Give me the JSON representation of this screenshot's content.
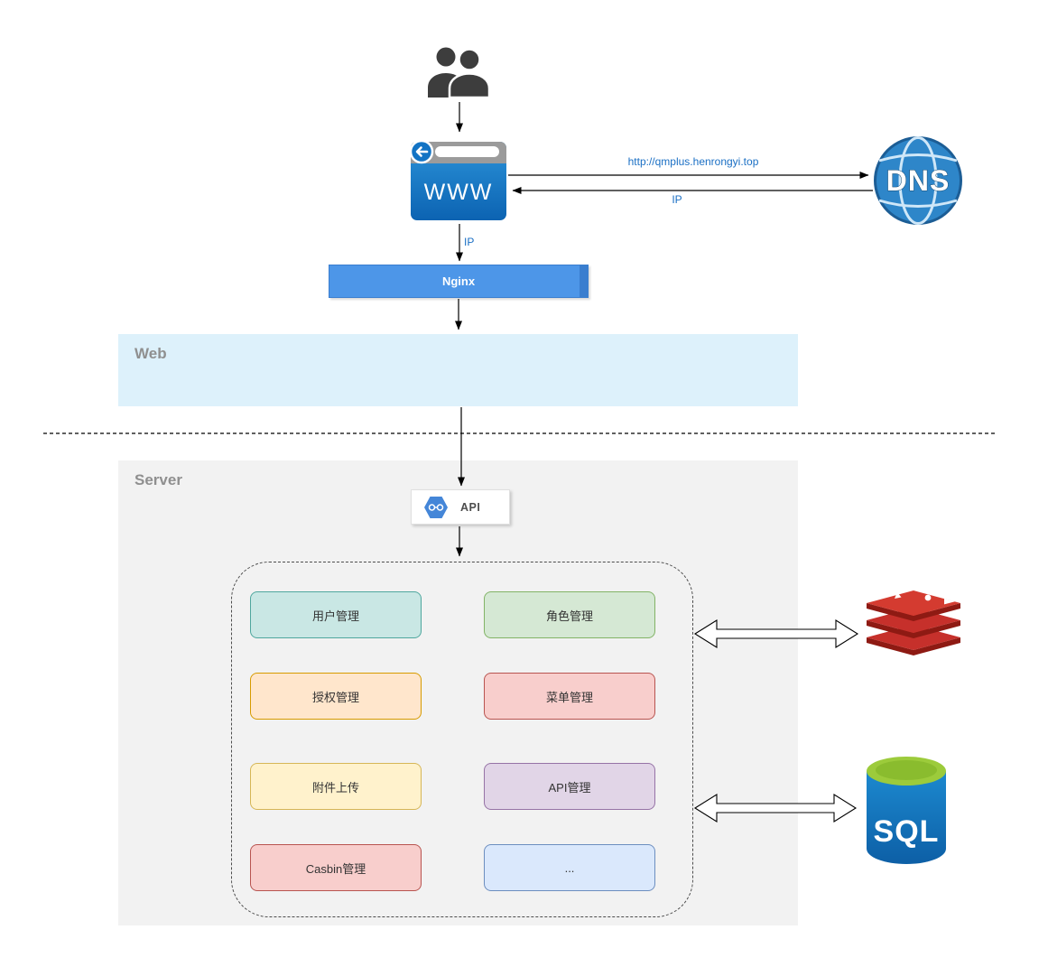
{
  "icons": {
    "users": "users-icon",
    "browser": "browser-window-icon",
    "dns": "dns-globe-icon",
    "api": "api-hexagon-icon",
    "redis": "redis-database-icon",
    "sql": "sql-database-icon"
  },
  "colors": {
    "web_band": "#ddf1fb",
    "server_band": "#f2f2f2",
    "nginx_blue": "#4d96e8",
    "flow_label_blue": "#1a6fc4"
  },
  "client": {
    "browser_label": "WWW",
    "dns_label": "DNS"
  },
  "flow": {
    "dns_request_label": "http://qmplus.henrongyi.top",
    "dns_response_label": "IP",
    "browser_to_nginx_label": "IP"
  },
  "layers": {
    "web_label": "Web",
    "server_label": "Server",
    "nginx_label": "Nginx",
    "api_label": "API"
  },
  "modules": [
    {
      "label": "用户管理",
      "fill": "#c9e7e4",
      "stroke": "#4fa79e"
    },
    {
      "label": "角色管理",
      "fill": "#d5e8d4",
      "stroke": "#82b366"
    },
    {
      "label": "授权管理",
      "fill": "#ffe6cc",
      "stroke": "#d79b00"
    },
    {
      "label": "菜单管理",
      "fill": "#f8cecc",
      "stroke": "#b85450"
    },
    {
      "label": "附件上传",
      "fill": "#fff2cc",
      "stroke": "#d6b656"
    },
    {
      "label": "API管理",
      "fill": "#e1d5e7",
      "stroke": "#9673a6"
    },
    {
      "label": "Casbin管理",
      "fill": "#f8cecc",
      "stroke": "#b85450"
    },
    {
      "label": "...",
      "fill": "#dae8fc",
      "stroke": "#6c8ebf"
    }
  ],
  "datastores": {
    "sql_label": "SQL"
  }
}
